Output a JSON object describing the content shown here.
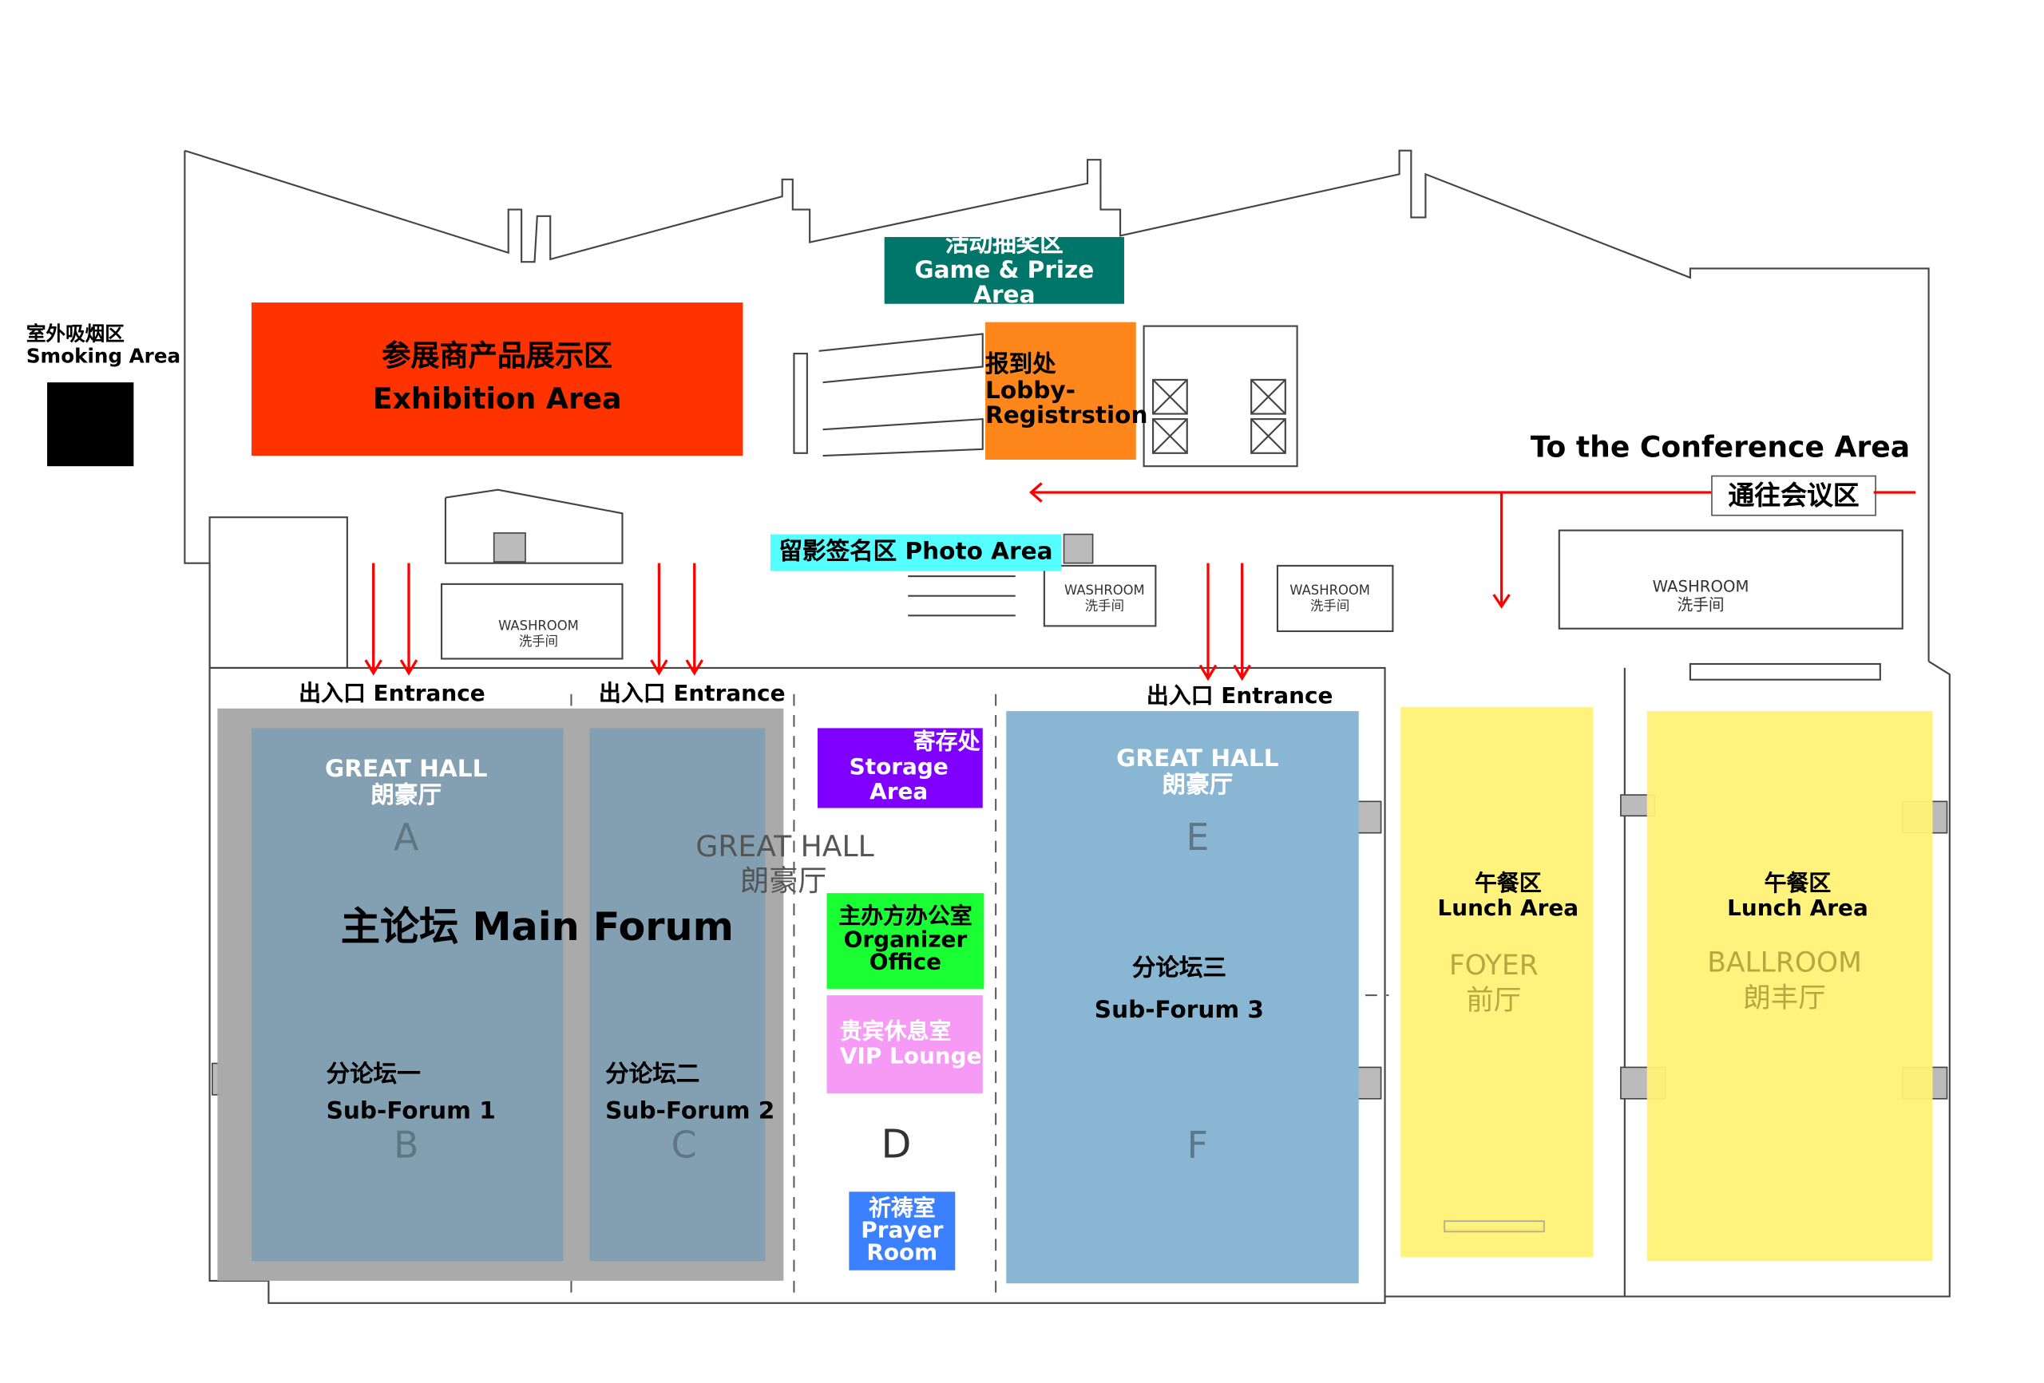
{
  "colors": {
    "exhibition": "#ff3300",
    "game": "#00766a",
    "lobby": "#ff861a",
    "photo": "#55ffff",
    "main_frame": "#aaaaaa",
    "hall_abc": "#82a0b2",
    "hall_ef": "#89b6d3",
    "storage": "#7f00ff",
    "organizer": "#1aff33",
    "vip": "#f59af5",
    "prayer": "#3a80ff",
    "lunch": "#fff176",
    "route": "#ff0000"
  },
  "smoking": {
    "zh": "室外吸烟区",
    "en": "Smoking Area"
  },
  "exhibition": {
    "zh": "参展商产品展示区",
    "en": "Exhibition Area"
  },
  "game": {
    "zh": "活动抽奖区",
    "en": "Game & Prize Area"
  },
  "lobby": {
    "zh": "报到处",
    "en1": "Lobby-",
    "en2": "Registrstion"
  },
  "conference": {
    "en": "To the Conference Area",
    "zh": "通往会议区"
  },
  "photo": {
    "label": "留影签名区 Photo Area"
  },
  "washroom": {
    "en": "WASHROOM",
    "zh": "洗手间"
  },
  "entrance": {
    "label": "出入口 Entrance"
  },
  "great_hall": {
    "en": "GREAT HALL",
    "zh": "朗豪厅"
  },
  "main_forum": {
    "label": "主论坛 Main Forum"
  },
  "sub1": {
    "zh": "分论坛一",
    "en": "Sub-Forum 1"
  },
  "sub2": {
    "zh": "分论坛二",
    "en": "Sub-Forum 2"
  },
  "sub3": {
    "zh": "分论坛三",
    "en": "Sub-Forum 3"
  },
  "sections": {
    "a": "A",
    "b": "B",
    "c": "C",
    "d": "D",
    "e": "E",
    "f": "F"
  },
  "storage": {
    "zh": "寄存处",
    "en": "Storage Area"
  },
  "organizer": {
    "zh": "主办方办公室",
    "en1": "Organizer",
    "en2": "Office"
  },
  "vip": {
    "zh": "贵宾休息室",
    "en": "VIP Lounge"
  },
  "prayer": {
    "zh": "祈祷室",
    "en1": "Prayer",
    "en2": "Room"
  },
  "lunch": {
    "zh": "午餐区",
    "en": "Lunch Area"
  },
  "foyer": {
    "en": "FOYER",
    "zh": "前厅"
  },
  "ballroom": {
    "en": "BALLROOM",
    "zh": "朗丰厅"
  }
}
